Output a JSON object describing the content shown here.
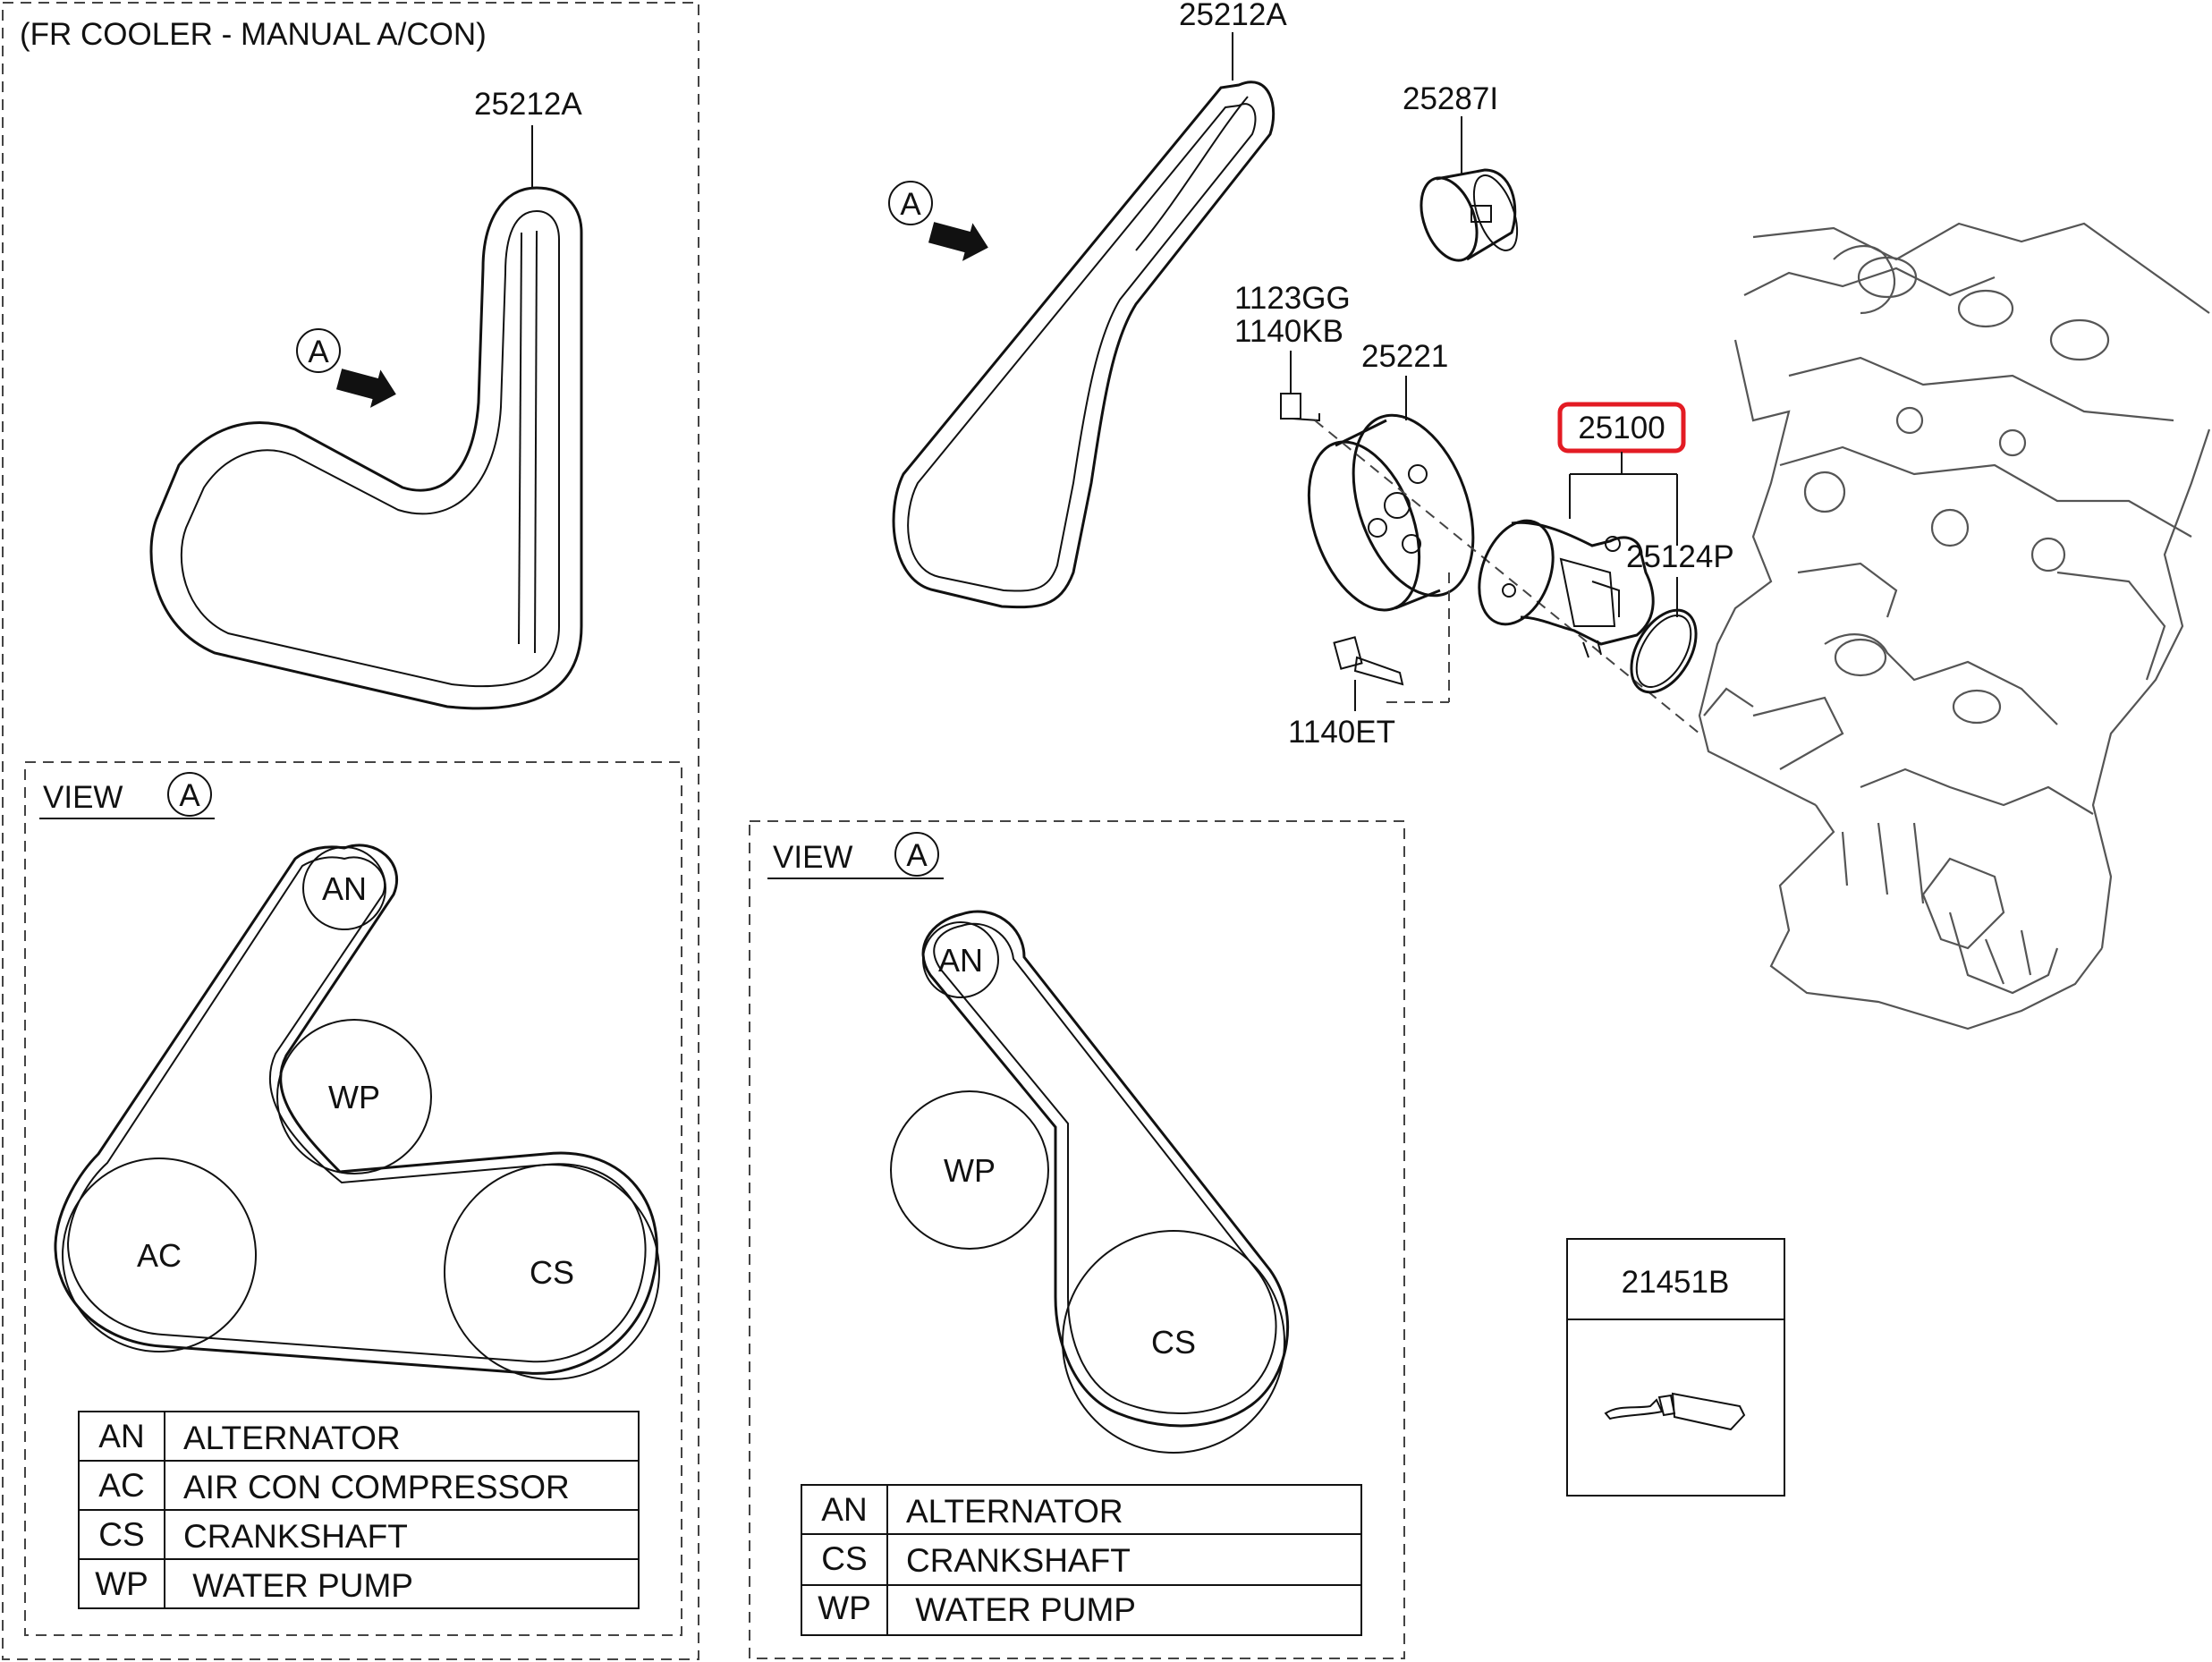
{
  "panel_fr_cooler": {
    "title": "(FR COOLER - MANUAL A/CON)",
    "belt_part": "25212A",
    "arrow_marker": "A"
  },
  "main": {
    "belt_part": "25212A",
    "arrow_marker": "A",
    "idler_part": "25287I",
    "bolt_parts_upper": [
      "1123GG",
      "1140KB"
    ],
    "pulley_part": "25221",
    "water_pump_part": "25100",
    "gasket_part": "25124P",
    "bolt_part_lower": "1140ET",
    "highlight_color": "#e31b23"
  },
  "view_left": {
    "title": "VIEW",
    "marker": "A",
    "pulleys": [
      "AN",
      "WP",
      "AC",
      "CS"
    ],
    "legend": [
      {
        "code": "AN",
        "name": "ALTERNATOR"
      },
      {
        "code": "AC",
        "name": "AIR CON COMPRESSOR"
      },
      {
        "code": "CS",
        "name": "CRANKSHAFT"
      },
      {
        "code": "WP",
        "name": " WATER PUMP"
      }
    ]
  },
  "view_right": {
    "title": "VIEW",
    "marker": "A",
    "pulleys": [
      "AN",
      "WP",
      "CS"
    ],
    "legend": [
      {
        "code": "AN",
        "name": "ALTERNATOR"
      },
      {
        "code": "CS",
        "name": "CRANKSHAFT"
      },
      {
        "code": "WP",
        "name": " WATER PUMP"
      }
    ]
  },
  "sealant_box": {
    "part": "21451B",
    "icon": "sealant-tube-icon"
  }
}
